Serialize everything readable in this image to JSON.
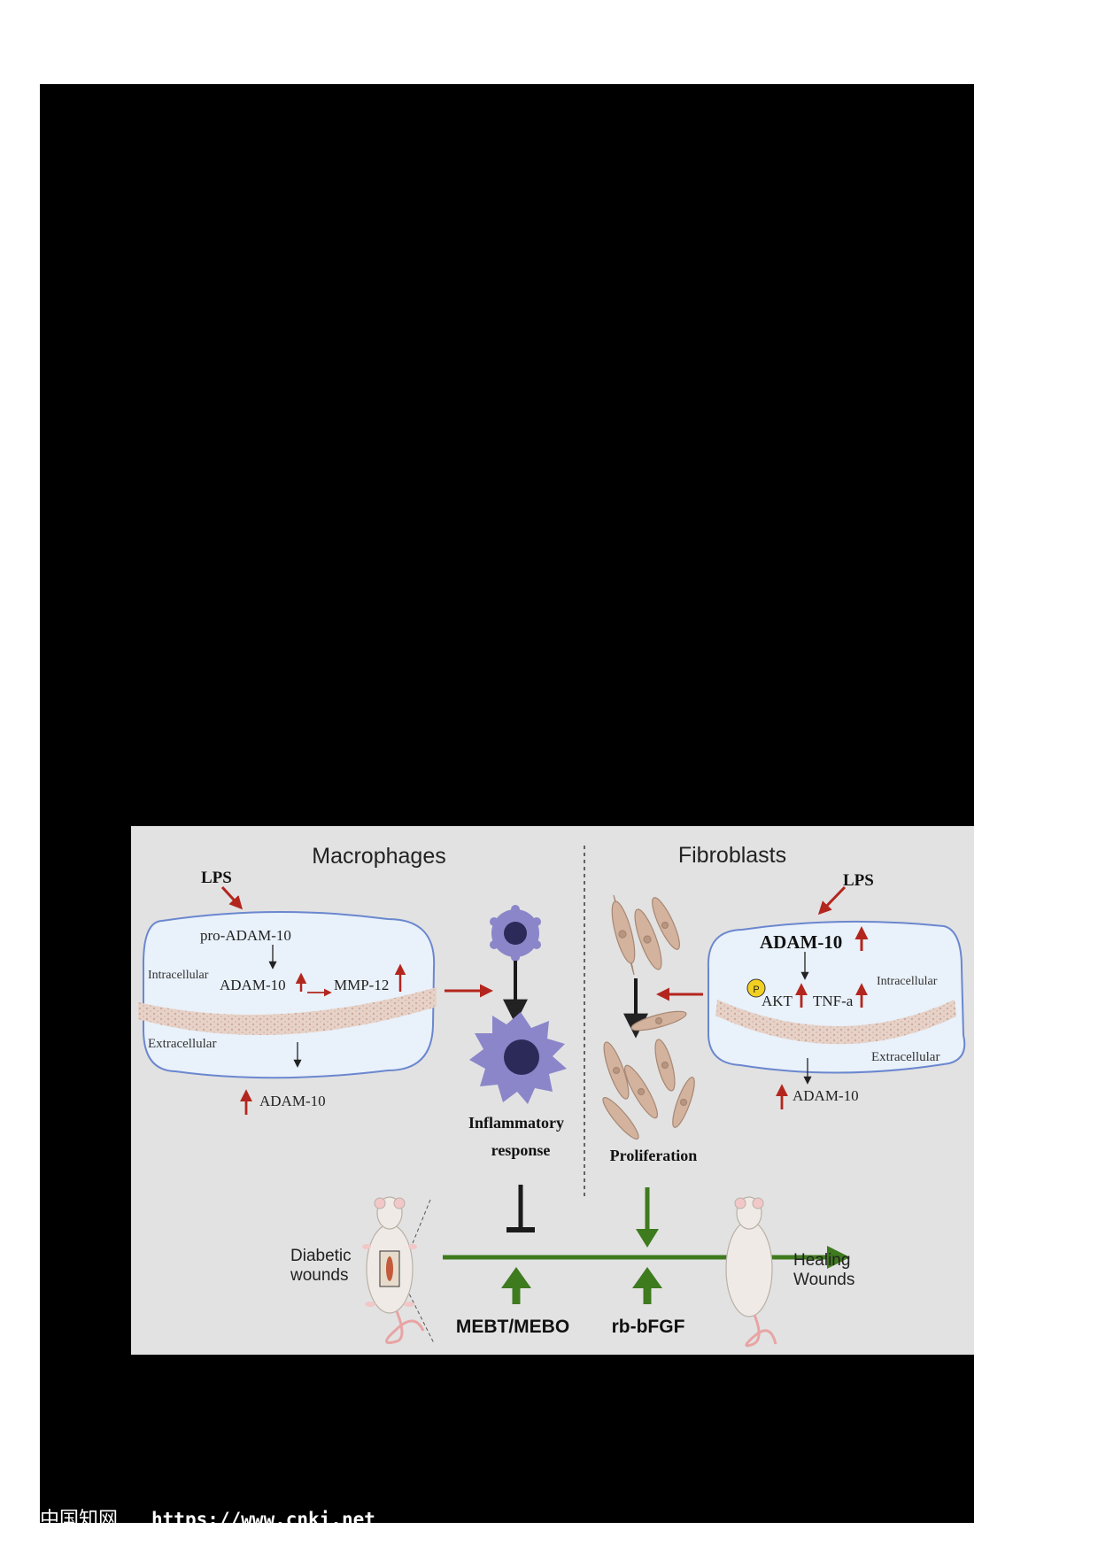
{
  "figure": {
    "macrophages_title": "Macrophages",
    "fibroblasts_title": "Fibroblasts",
    "macrophage_panel": {
      "lps": "LPS",
      "pro_adam10": "pro-ADAM-10",
      "intracellular": "Intracellular",
      "adam10": "ADAM-10",
      "mmp12": "MMP-12",
      "extracellular": "Extracellular",
      "adam10_out": "ADAM-10"
    },
    "fibroblast_panel": {
      "lps": "LPS",
      "adam10": "ADAM-10",
      "phospho": "P",
      "intracellular": "Intracellular",
      "akt": "AKT",
      "tnfa": "TNF-a",
      "extracellular": "Extracellular",
      "adam10_out": "ADAM-10"
    },
    "inflammatory_line1": "Inflammatory",
    "inflammatory_line2": "response",
    "proliferation": "Proliferation",
    "diabetic_line1": "Diabetic",
    "diabetic_line2": "wounds",
    "healing_line1": "Healing",
    "healing_line2": "Wounds",
    "treatment_1": "MEBT/MEBO",
    "treatment_2": "rb-bFGF",
    "colors": {
      "up_arrow": "#b3261e",
      "green": "#3e7a1e",
      "membrane": "#e6d2c8",
      "cell_box": "#e9f1fa",
      "macrophage": "#8b86c9"
    }
  },
  "watermark": {
    "cn": "中国知网",
    "url": "https://www.cnki.net"
  }
}
